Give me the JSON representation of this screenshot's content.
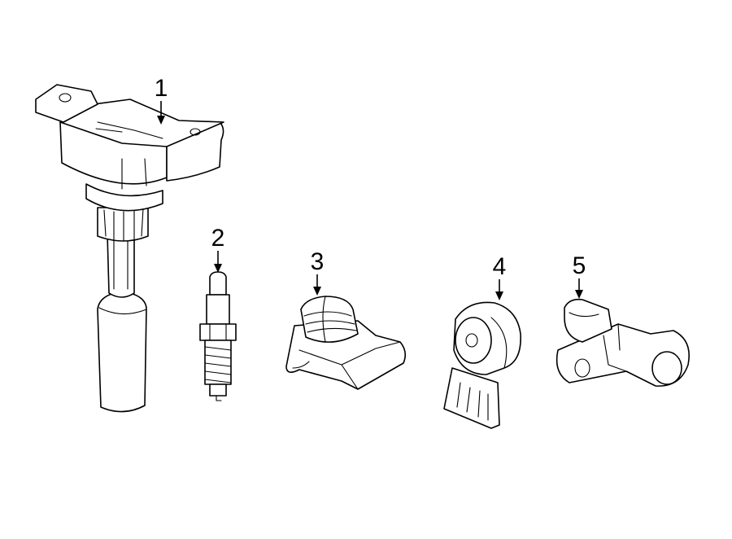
{
  "parts": [
    {
      "callout": "1",
      "icon": "ignition-coil-icon"
    },
    {
      "callout": "2",
      "icon": "spark-plug-icon"
    },
    {
      "callout": "3",
      "icon": "camshaft-position-sensor-icon"
    },
    {
      "callout": "4",
      "icon": "knock-sensor-icon"
    },
    {
      "callout": "5",
      "icon": "crankshaft-position-sensor-icon"
    }
  ],
  "colors": {
    "line": "#000000",
    "background": "#ffffff"
  }
}
